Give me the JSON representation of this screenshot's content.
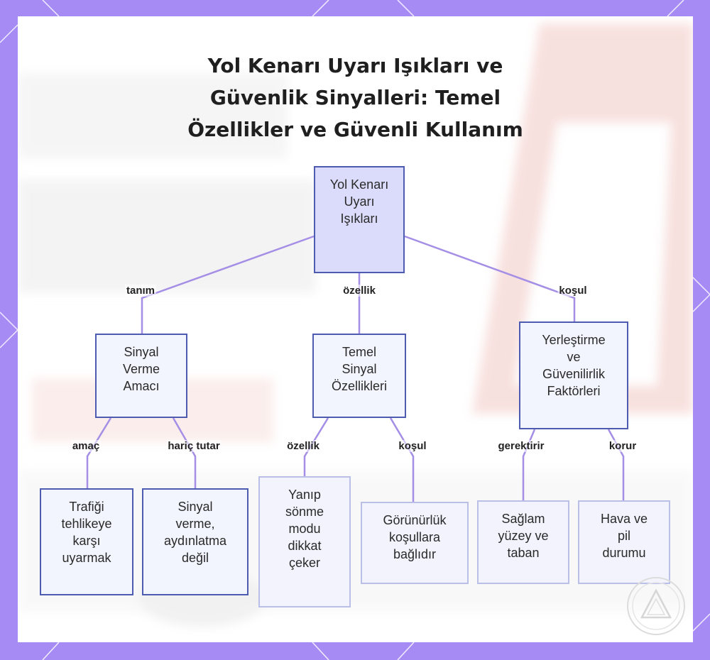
{
  "title_lines": [
    "Yol Kenarı Uyarı Işıkları ve",
    "Güvenlik Sinyalleri: Temel",
    "Özellikler ve Güvenli Kullanım"
  ],
  "nodes": {
    "root": [
      "Yol Kenarı",
      "Uyarı",
      "Işıkları"
    ],
    "signal_purpose": [
      "Sinyal",
      "Verme",
      "Amacı"
    ],
    "basic_features": [
      "Temel",
      "Sinyal",
      "Özellikleri"
    ],
    "placement_factors": [
      "Yerleştirme",
      "ve",
      "Güvenilirlik",
      "Faktörleri"
    ],
    "warn_traffic": [
      "Trafiği",
      "tehlikeye",
      "karşı",
      "uyarmak"
    ],
    "not_lighting": [
      "Sinyal",
      "verme,",
      "aydınlatma",
      "değil"
    ],
    "blink_mode": [
      "Yanıp",
      "sönme",
      "modu",
      "dikkat",
      "çeker"
    ],
    "visibility": [
      "Görünürlük",
      "koşullara",
      "bağlıdır"
    ],
    "solid_surface": [
      "Sağlam",
      "yüzey ve",
      "taban"
    ],
    "weather_battery": [
      "Hava ve",
      "pil",
      "durumu"
    ]
  },
  "edge_labels": {
    "root_to_purpose": "tanım",
    "root_to_features": "özellik",
    "root_to_placement": "koşul",
    "purpose_to_warn": "amaç",
    "purpose_to_lighting": "hariç tutar",
    "features_to_blink": "özellik",
    "features_to_visibility": "koşul",
    "placement_to_surface": "gerektirir",
    "placement_to_weather": "korur"
  },
  "colors": {
    "frame": "#a78bf5",
    "edge": "#a48ee6",
    "node_border": "#4d5bb0",
    "root_fill": "#dbdcfb",
    "node_fill": "#f3f5fe"
  }
}
